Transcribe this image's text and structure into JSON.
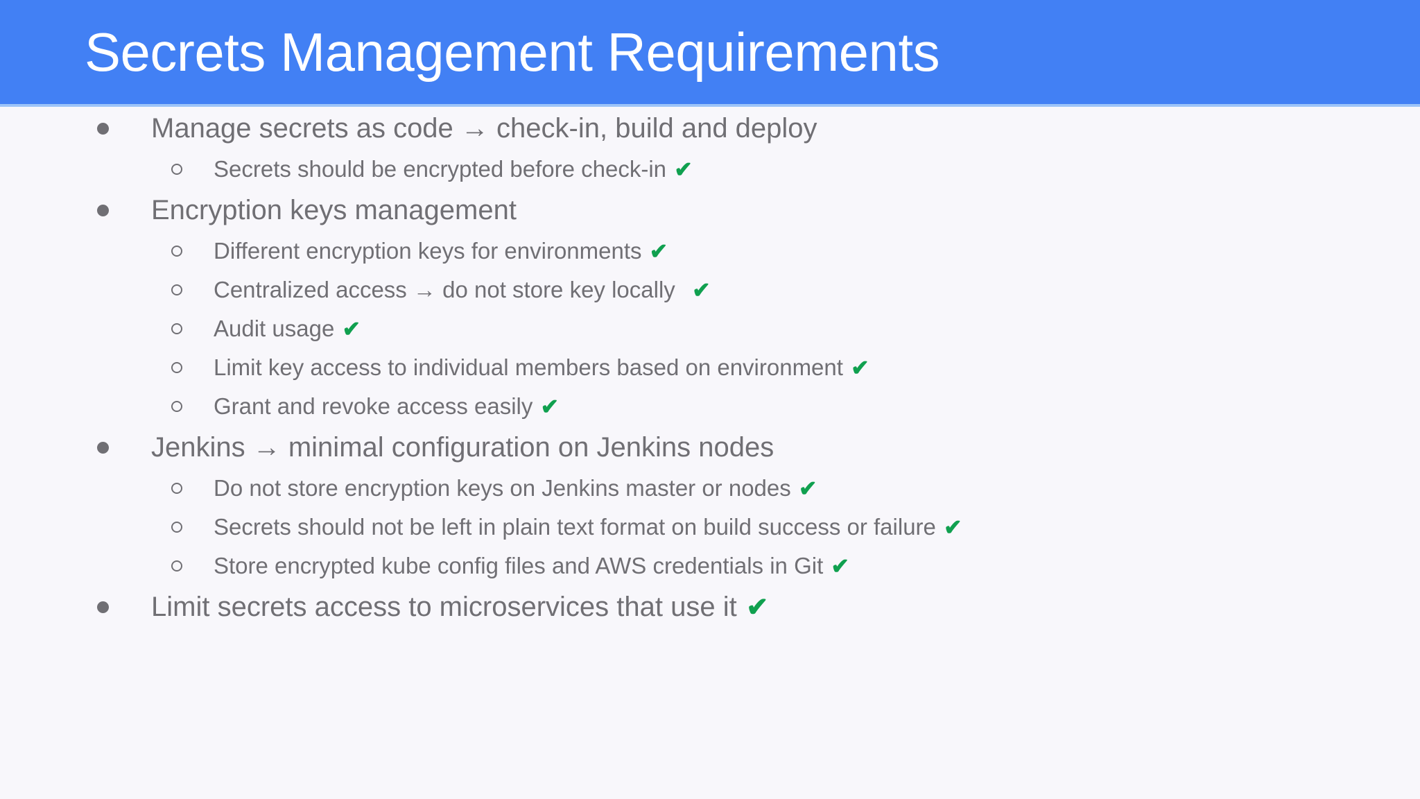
{
  "colors": {
    "header_bg": "#4280f4",
    "header_rule": "#9dc4f8",
    "slide_bg": "#f8f7fb",
    "text": "#706f74",
    "check": "#10a04f",
    "title_text": "#ffffff"
  },
  "header": {
    "title": "Secrets Management Requirements"
  },
  "body": {
    "items": [
      {
        "level": 1,
        "text": "Manage secrets as code → check-in, build and deploy",
        "check": "",
        "marker": "filled-circle"
      },
      {
        "level": 2,
        "text": "Secrets should be encrypted before check-in",
        "check": "✔",
        "marker": "hollow-circle"
      },
      {
        "level": 1,
        "text": "Encryption keys management",
        "check": "",
        "marker": "filled-circle"
      },
      {
        "level": 2,
        "text": "Different encryption keys for environments",
        "check": "✔",
        "marker": "hollow-circle"
      },
      {
        "level": 2,
        "text": "Centralized access → do not store key locally",
        "check": "✔",
        "marker": "hollow-circle",
        "check_spacing": "wide"
      },
      {
        "level": 2,
        "text": "Audit usage",
        "check": "✔",
        "marker": "hollow-circle"
      },
      {
        "level": 2,
        "text": "Limit key access to individual members based on environment",
        "check": "✔",
        "marker": "hollow-circle"
      },
      {
        "level": 2,
        "text": "Grant and revoke access easily",
        "check": "✔",
        "marker": "hollow-circle"
      },
      {
        "level": 1,
        "text": "Jenkins → minimal configuration on Jenkins nodes",
        "check": "",
        "marker": "filled-circle"
      },
      {
        "level": 2,
        "text": "Do not store encryption keys on Jenkins master or nodes",
        "check": "✔",
        "marker": "hollow-circle"
      },
      {
        "level": 2,
        "text": "Secrets should not be left in plain text format on build success or failure",
        "check": "✔",
        "marker": "hollow-circle"
      },
      {
        "level": 2,
        "text": "Store encrypted kube config files and AWS credentials in Git",
        "check": "✔",
        "marker": "hollow-circle"
      },
      {
        "level": 1,
        "text": "Limit secrets access to microservices that use it",
        "check": "✔",
        "marker": "filled-circle"
      }
    ]
  }
}
